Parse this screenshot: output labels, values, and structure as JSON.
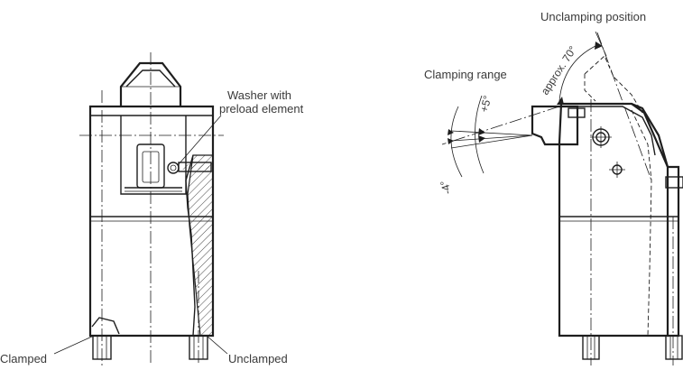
{
  "labels": {
    "washer": "Washer with",
    "washer_line2": "preload element",
    "clamped": "Clamped",
    "unclamped": "Unclamped",
    "clamping_range": "Clamping range",
    "unclamping_position": "Unclamping position",
    "angle_approx": "approx. 70°",
    "angle_plus": "+5°",
    "angle_minus": "-4°"
  }
}
